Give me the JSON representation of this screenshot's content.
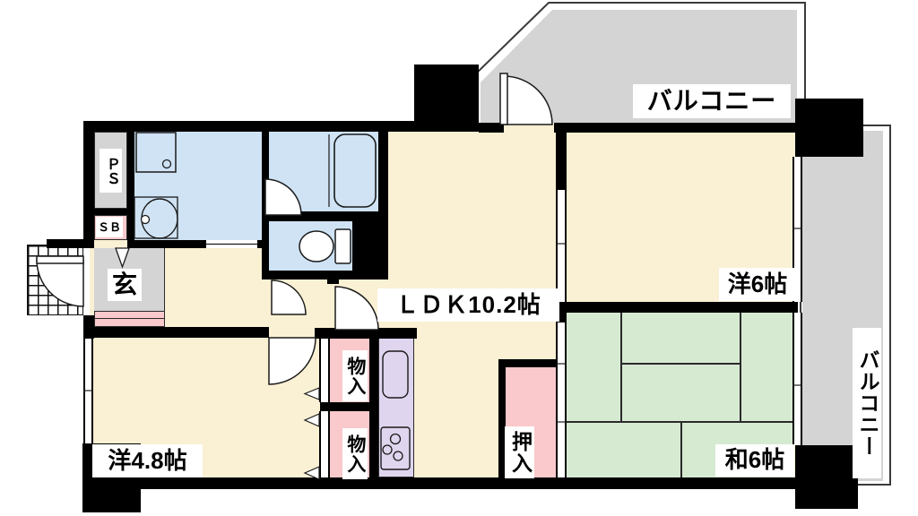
{
  "colors": {
    "floor": "#FAF0D4",
    "wet": "#CFE3F4",
    "balcony": "#D4D4D4",
    "tatami": "#D6EAD2",
    "closet": "#F9C9CB",
    "kitchen": "#DFD5EE",
    "wall": "#000000"
  },
  "labels": {
    "balcony_top": "バルコニー",
    "balcony_right": "バルコニー",
    "ldk": "ＬＤＫ10.2帖",
    "western_6": "洋6帖",
    "japanese_6": "和6帖",
    "western_4_8": "洋4.8帖",
    "closet_oshiire": "押入",
    "storage_1": "物入",
    "storage_2": "物入",
    "entrance": "玄",
    "pipe_space": "ＰＳ",
    "shoe_box": "ＳＢ"
  }
}
